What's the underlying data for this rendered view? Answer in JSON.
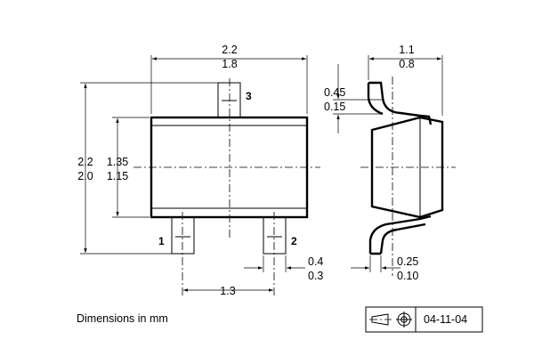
{
  "dimensions": {
    "body_width_max": "2.2",
    "body_width_min": "1.8",
    "overall_height_max": "2.2",
    "overall_height_min": "2.0",
    "body_height_max": "1.35",
    "body_height_min": "1.15",
    "pin_pitch": "1.3",
    "lead_width_max": "0.4",
    "lead_width_min": "0.3",
    "side_thickness_max": "1.1",
    "side_thickness_min": "0.8",
    "standoff_max": "0.45",
    "standoff_min": "0.15",
    "lead_thickness_max": "0.25",
    "lead_thickness_min": "0.10"
  },
  "pins": {
    "pin1": "1",
    "pin2": "2",
    "pin3": "3"
  },
  "note": "Dimensions in mm",
  "date_code": "04-11-04"
}
